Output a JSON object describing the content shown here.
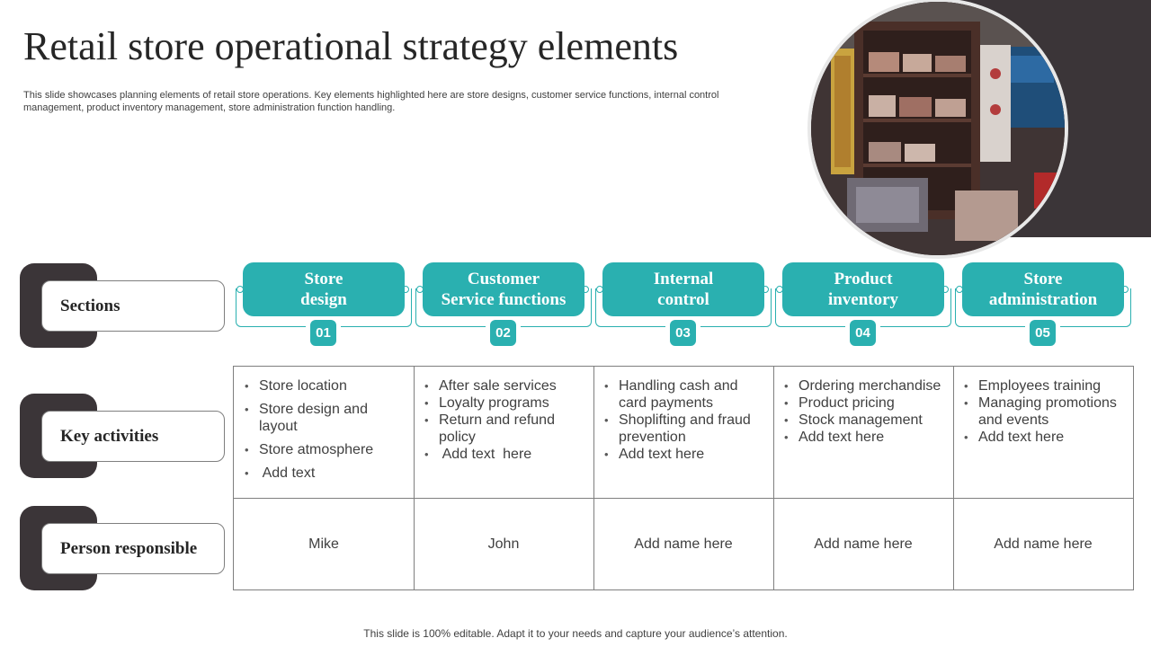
{
  "title": "Retail store operational strategy elements",
  "subtitle": "This slide showcases planning elements of retail store operations. Key elements highlighted here are store designs, customer service functions, internal control management, product inventory management, store administration function handling.",
  "row_labels": {
    "sections": "Sections",
    "key_activities": "Key activities",
    "person_responsible": "Person responsible"
  },
  "sections": [
    {
      "title_line1": "Store",
      "title_line2": "design",
      "number": "01",
      "activities": [
        "Store location",
        "Store design and layout",
        "Store atmosphere",
        " Add text"
      ],
      "person": "Mike"
    },
    {
      "title_line1": "Customer",
      "title_line2": "Service functions",
      "number": "02",
      "activities": [
        "After sale services",
        "Loyalty programs",
        "Return and refund policy",
        " Add text  here"
      ],
      "person": "John"
    },
    {
      "title_line1": "Internal",
      "title_line2": "control",
      "number": "03",
      "activities": [
        "Handling cash and card payments",
        "Shoplifting and fraud prevention",
        "Add text here"
      ],
      "person": "Add name here"
    },
    {
      "title_line1": "Product",
      "title_line2": "inventory",
      "number": "04",
      "activities": [
        "Ordering merchandise",
        "Product pricing",
        "Stock management",
        "Add text here"
      ],
      "person": "Add name here"
    },
    {
      "title_line1": "Store",
      "title_line2": "administration",
      "number": "05",
      "activities": [
        "Employees training",
        "Managing promotions and events",
        "Add text here"
      ],
      "person": "Add name here"
    }
  ],
  "footer": "This slide is 100% editable. Adapt it to your needs and capture your audience’s attention.",
  "colors": {
    "accent": "#2ab0b0",
    "dark": "#3b3538",
    "border": "#7f7f7f"
  }
}
